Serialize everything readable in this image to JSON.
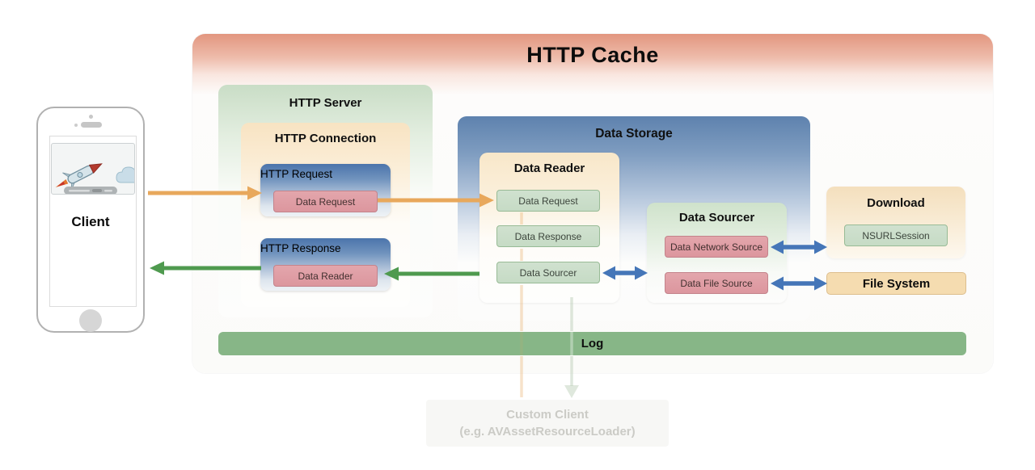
{
  "diagram": {
    "title": "HTTP Cache",
    "client": {
      "label": "Client"
    },
    "http_server": {
      "title": "HTTP Server",
      "connection": {
        "title": "HTTP Connection",
        "request": {
          "title": "HTTP Request",
          "item": "Data Request"
        },
        "response": {
          "title": "HTTP Response",
          "item": "Data Reader"
        }
      }
    },
    "data_storage": {
      "title": "Data Storage",
      "data_reader": {
        "title": "Data Reader",
        "items": [
          "Data Request",
          "Data Response",
          "Data Sourcer"
        ]
      },
      "data_sourcer": {
        "title": "Data Sourcer",
        "items": [
          "Data Network Source",
          "Data File Source"
        ]
      }
    },
    "download": {
      "title": "Download",
      "item": "NSURLSession"
    },
    "file_system": {
      "title": "File System"
    },
    "log": {
      "title": "Log"
    },
    "custom_client": {
      "line1": "Custom Client",
      "line2": "(e.g. AVAssetResourceLoader)"
    },
    "colors": {
      "cache_header_salmon": "#e2967f",
      "server_green": "#c9ddc6",
      "connection_cream": "#f8e3c2",
      "request_blue": "#4b74ab",
      "storage_blue": "#5e82ae",
      "reader_cream": "#f8e7c9",
      "sourcer_green": "#cfe2cb",
      "download_cream": "#f4dfbd",
      "file_system_tan": "#f5dcb0",
      "log_green": "#87b687",
      "chip_pink": "#dc969e",
      "chip_green": "#cbdeca",
      "arrow_orange": "#e8a85c",
      "arrow_green": "#4f9a4f",
      "arrow_blue": "#4576b8"
    }
  }
}
